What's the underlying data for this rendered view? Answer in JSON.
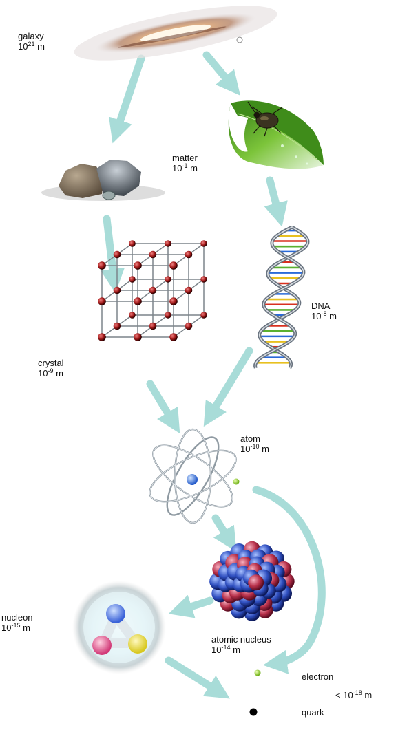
{
  "labels": {
    "galaxy": {
      "name": "galaxy",
      "base": "10",
      "exp": "21",
      "unit": "m"
    },
    "matter": {
      "name": "matter",
      "base": "10",
      "exp": "-1",
      "unit": "m"
    },
    "dna": {
      "name": "DNA",
      "base": "10",
      "exp": "-8",
      "unit": "m"
    },
    "crystal": {
      "name": "crystal",
      "base": "10",
      "exp": "-9",
      "unit": "m"
    },
    "atom": {
      "name": "atom",
      "base": "10",
      "exp": "-10",
      "unit": "m"
    },
    "nucleon": {
      "name": "nucleon",
      "base": "10",
      "exp": "-15",
      "unit": "m"
    },
    "nucleus": {
      "name": "atomic nucleus",
      "base": "10",
      "exp": "-14",
      "unit": "m"
    },
    "electron": {
      "name": "electron"
    },
    "quark": {
      "name": "quark"
    },
    "small": {
      "prefix": "< ",
      "base": "10",
      "exp": "-18",
      "unit": "m"
    }
  },
  "colors": {
    "arrow": "#a8dcd8",
    "leaf": "#4e9a22",
    "nucleon_red": "#b8304a",
    "nucleon_blue": "#2f4fc0",
    "crystal_atom": "#a01818",
    "electron": "#8ccc2a",
    "quark": "#000000"
  }
}
